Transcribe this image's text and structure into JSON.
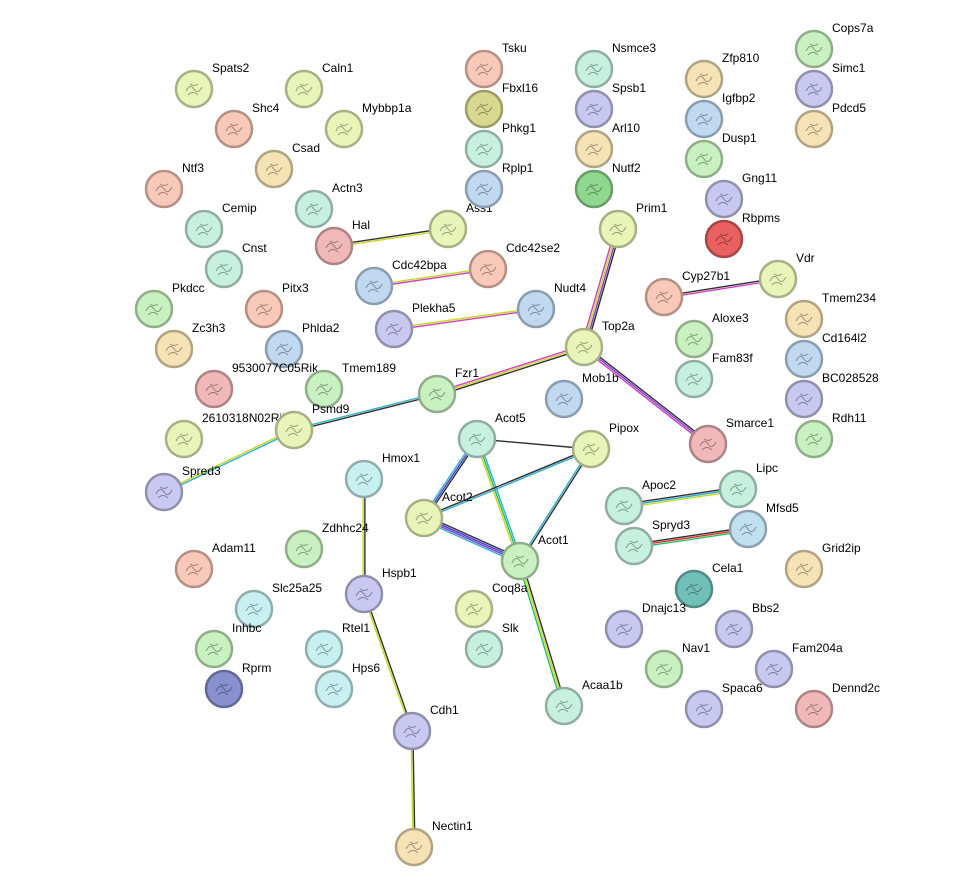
{
  "network": {
    "nodes": [
      {
        "id": "Spats2",
        "color": "#e8f4b8"
      },
      {
        "id": "Caln1",
        "color": "#e8f4b8"
      },
      {
        "id": "Shc4",
        "color": "#f8c8b8"
      },
      {
        "id": "Mybbp1a",
        "color": "#e8f4b8"
      },
      {
        "id": "Csad",
        "color": "#f5e3b5"
      },
      {
        "id": "Ntf3",
        "color": "#f8c8b8"
      },
      {
        "id": "Actn3",
        "color": "#c8f0e0"
      },
      {
        "id": "Cemip",
        "color": "#c8f0e0"
      },
      {
        "id": "Hal",
        "color": "#f0b8b8"
      },
      {
        "id": "Ass1",
        "color": "#e8f4b8"
      },
      {
        "id": "Cnst",
        "color": "#c8f0e0"
      },
      {
        "id": "Pkdcc",
        "color": "#c8f0c0"
      },
      {
        "id": "Pitx3",
        "color": "#f8c8b8"
      },
      {
        "id": "Zc3h3",
        "color": "#f5e3b5"
      },
      {
        "id": "Phlda2",
        "color": "#c0d8f0"
      },
      {
        "id": "9530077C05Rik",
        "color": "#f0b8b8"
      },
      {
        "id": "Tmem189",
        "color": "#c8f0c0"
      },
      {
        "id": "2610318N02Rik",
        "color": "#e8f4b8"
      },
      {
        "id": "Psmd9",
        "color": "#e8f4b8"
      },
      {
        "id": "Spred3",
        "color": "#c8c8f0"
      },
      {
        "id": "Tsku",
        "color": "#f8c8b8"
      },
      {
        "id": "Fbxl16",
        "color": "#d8d890"
      },
      {
        "id": "Phkg1",
        "color": "#c8f0e0"
      },
      {
        "id": "Rplp1",
        "color": "#c0d8f0"
      },
      {
        "id": "Cdc42bpa",
        "color": "#c0d8f0"
      },
      {
        "id": "Cdc42se2",
        "color": "#f8c8b8"
      },
      {
        "id": "Plekha5",
        "color": "#c8c8f0"
      },
      {
        "id": "Nudt4",
        "color": "#c0d8f0"
      },
      {
        "id": "Nsmce3",
        "color": "#c8f0e0"
      },
      {
        "id": "Spsb1",
        "color": "#c8c8f0"
      },
      {
        "id": "Arl10",
        "color": "#f5e3b5"
      },
      {
        "id": "Nutf2",
        "color": "#90d890"
      },
      {
        "id": "Prim1",
        "color": "#e8f4b8"
      },
      {
        "id": "Top2a",
        "color": "#e8f4b8"
      },
      {
        "id": "Fzr1",
        "color": "#c8f0c0"
      },
      {
        "id": "Mob1b",
        "color": "#c0d8f0"
      },
      {
        "id": "Smarce1",
        "color": "#f0b8b8"
      },
      {
        "id": "Acot5",
        "color": "#c8f0e0"
      },
      {
        "id": "Pipox",
        "color": "#e8f4b8"
      },
      {
        "id": "Acot2",
        "color": "#e8f4b8"
      },
      {
        "id": "Acot1",
        "color": "#c8f0c0"
      },
      {
        "id": "Coq8a",
        "color": "#e8f4b8"
      },
      {
        "id": "Slk",
        "color": "#c8f0e0"
      },
      {
        "id": "Acaa1b",
        "color": "#c8f0e0"
      },
      {
        "id": "Hmox1",
        "color": "#c8f0f0"
      },
      {
        "id": "Zdhhc24",
        "color": "#c8f0c0"
      },
      {
        "id": "Hspb1",
        "color": "#c8c8f0"
      },
      {
        "id": "Adam11",
        "color": "#f8c8b8"
      },
      {
        "id": "Slc25a25",
        "color": "#c8f0f0"
      },
      {
        "id": "Inhbc",
        "color": "#c8f0c0"
      },
      {
        "id": "Rprm",
        "color": "#8890d0"
      },
      {
        "id": "Rtel1",
        "color": "#c8f0f0"
      },
      {
        "id": "Hps6",
        "color": "#c8f0f0"
      },
      {
        "id": "Cdh1",
        "color": "#c8c8f0"
      },
      {
        "id": "Nectin1",
        "color": "#f5e3b5"
      },
      {
        "id": "Zfp810",
        "color": "#f5e3b5"
      },
      {
        "id": "Igfbp2",
        "color": "#c0d8f0"
      },
      {
        "id": "Dusp1",
        "color": "#c8f0c0"
      },
      {
        "id": "Gng11",
        "color": "#c8c8f0"
      },
      {
        "id": "Rbpms",
        "color": "#e86060"
      },
      {
        "id": "Cops7a",
        "color": "#c8f0c0"
      },
      {
        "id": "Simc1",
        "color": "#c8c8f0"
      },
      {
        "id": "Pdcd5",
        "color": "#f5e3b5"
      },
      {
        "id": "Cyp27b1",
        "color": "#f8c8b8"
      },
      {
        "id": "Vdr",
        "color": "#e8f4b8"
      },
      {
        "id": "Tmem234",
        "color": "#f5e3b5"
      },
      {
        "id": "Aloxe3",
        "color": "#c8f0c0"
      },
      {
        "id": "Cd164l2",
        "color": "#c0d8f0"
      },
      {
        "id": "Fam83f",
        "color": "#c8f0e0"
      },
      {
        "id": "BC028528",
        "color": "#c8c8f0"
      },
      {
        "id": "Rdh11",
        "color": "#c8f0c0"
      },
      {
        "id": "Apoc2",
        "color": "#c8f0e0"
      },
      {
        "id": "Lipc",
        "color": "#c8f0e0"
      },
      {
        "id": "Spryd3",
        "color": "#c8f0e0"
      },
      {
        "id": "Mfsd5",
        "color": "#c0e0f0"
      },
      {
        "id": "Grid2ip",
        "color": "#f5e3b5"
      },
      {
        "id": "Cela1",
        "color": "#70c0b8"
      },
      {
        "id": "Dnajc13",
        "color": "#c8c8f0"
      },
      {
        "id": "Bbs2",
        "color": "#c8c8f0"
      },
      {
        "id": "Nav1",
        "color": "#c8f0c0"
      },
      {
        "id": "Fam204a",
        "color": "#c8c8f0"
      },
      {
        "id": "Spaca6",
        "color": "#c8c8f0"
      },
      {
        "id": "Dennd2c",
        "color": "#f0b8b8"
      }
    ],
    "edges": [
      {
        "source": "Hal",
        "target": "Ass1",
        "colors": [
          "#303030",
          "#c8d820"
        ]
      },
      {
        "source": "Cdc42bpa",
        "target": "Cdc42se2",
        "colors": [
          "#c8d820",
          "#d040c0"
        ]
      },
      {
        "source": "Plekha5",
        "target": "Nudt4",
        "colors": [
          "#c8d820",
          "#d040c0"
        ]
      },
      {
        "source": "Prim1",
        "target": "Top2a",
        "colors": [
          "#303030",
          "#8040d0",
          "#c8d820",
          "#d040c0"
        ]
      },
      {
        "source": "Top2a",
        "target": "Fzr1",
        "colors": [
          "#303030",
          "#c8d820",
          "#d040c0"
        ]
      },
      {
        "source": "Top2a",
        "target": "Smarce1",
        "colors": [
          "#303030",
          "#8040d0",
          "#d040c0"
        ]
      },
      {
        "source": "Fzr1",
        "target": "Psmd9",
        "colors": [
          "#303030",
          "#30b0d0"
        ]
      },
      {
        "source": "Psmd9",
        "target": "Spred3",
        "colors": [
          "#30b0d0",
          "#c8d820"
        ]
      },
      {
        "source": "Acot5",
        "target": "Pipox",
        "colors": [
          "#303030"
        ]
      },
      {
        "source": "Acot5",
        "target": "Acot2",
        "colors": [
          "#303030",
          "#4040d0",
          "#30b0d0"
        ]
      },
      {
        "source": "Acot5",
        "target": "Acot1",
        "colors": [
          "#30b0d0",
          "#20c060",
          "#c8d820"
        ]
      },
      {
        "source": "Acot2",
        "target": "Pipox",
        "colors": [
          "#303030",
          "#30b0d0"
        ]
      },
      {
        "source": "Acot2",
        "target": "Acot1",
        "colors": [
          "#303030",
          "#4040d0",
          "#8040d0",
          "#30b0d0"
        ]
      },
      {
        "source": "Pipox",
        "target": "Acot1",
        "colors": [
          "#303030",
          "#30b0d0"
        ]
      },
      {
        "source": "Acot1",
        "target": "Acaa1b",
        "colors": [
          "#303030",
          "#c8d820",
          "#20c060"
        ]
      },
      {
        "source": "Hmox1",
        "target": "Hspb1",
        "colors": [
          "#303030",
          "#c8d820"
        ]
      },
      {
        "source": "Hspb1",
        "target": "Cdh1",
        "colors": [
          "#303030",
          "#c8d820"
        ]
      },
      {
        "source": "Cdh1",
        "target": "Nectin1",
        "colors": [
          "#303030",
          "#c8d820"
        ]
      },
      {
        "source": "Cyp27b1",
        "target": "Vdr",
        "colors": [
          "#303030",
          "#d040c0"
        ]
      },
      {
        "source": "Apoc2",
        "target": "Lipc",
        "colors": [
          "#303030",
          "#30b0d0",
          "#c8d820"
        ]
      },
      {
        "source": "Spryd3",
        "target": "Mfsd5",
        "colors": [
          "#303030",
          "#e03030",
          "#20c060"
        ]
      }
    ]
  }
}
